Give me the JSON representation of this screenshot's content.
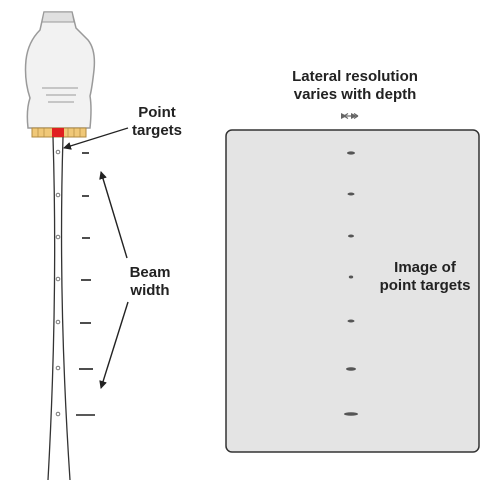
{
  "labels": {
    "point_targets": [
      "Point",
      "targets"
    ],
    "beam_width": [
      "Beam",
      "width"
    ],
    "lateral_resolution": [
      "Lateral resolution",
      "varies with depth"
    ],
    "image_of_targets": [
      "Image of",
      "point targets"
    ]
  },
  "colors": {
    "probe_body": "#f2f2f2",
    "probe_outline": "#9a9a9a",
    "transducer_array": "#f0c878",
    "transducer_element": "#e02020",
    "image_panel": "#e4e4e4",
    "target_echo": "#555555",
    "text": "#222222"
  },
  "icons": {
    "lateral_arrow": "double-headed-horizontal-arrow-icon",
    "probe": "ultrasound-probe-icon"
  },
  "targets_count": 7
}
